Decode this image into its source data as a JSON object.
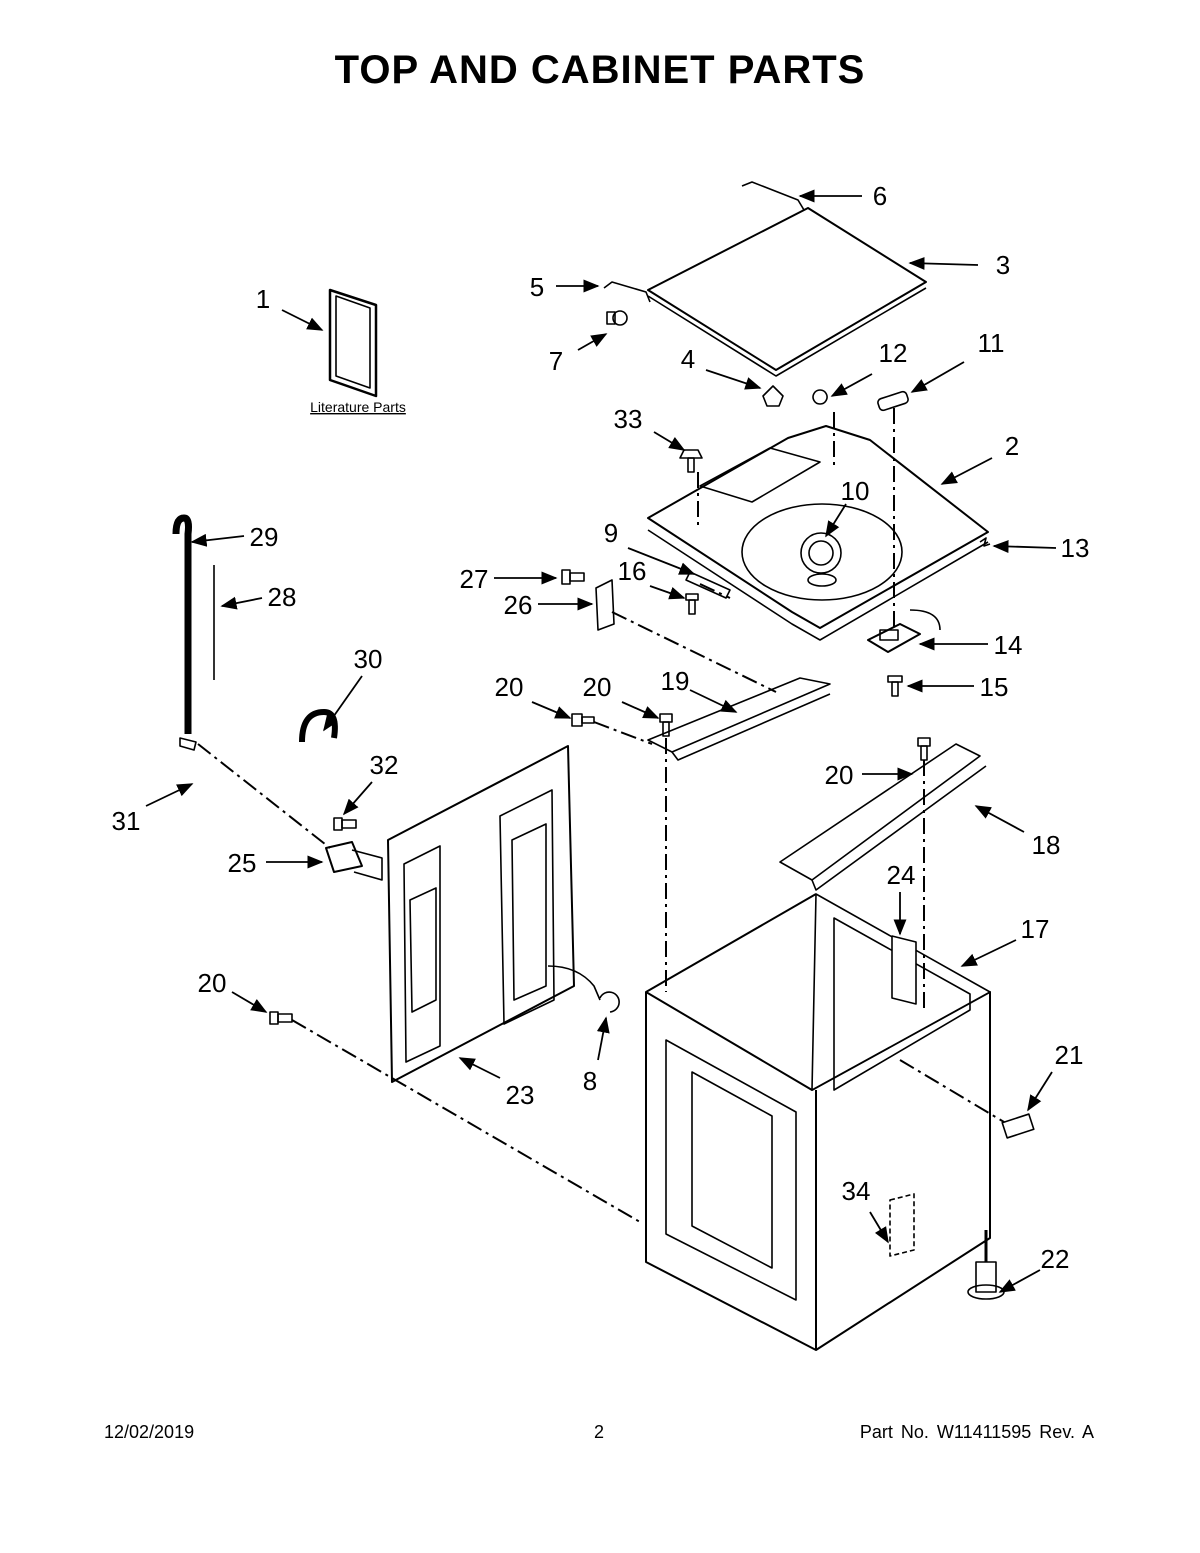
{
  "title": "TOP AND CABINET PARTS",
  "literature_label": "Literature Parts",
  "callouts": {
    "c1": "1",
    "c2": "2",
    "c3": "3",
    "c4": "4",
    "c5": "5",
    "c6": "6",
    "c7": "7",
    "c8": "8",
    "c9": "9",
    "c10": "10",
    "c11": "11",
    "c12": "12",
    "c13": "13",
    "c14": "14",
    "c15": "15",
    "c16": "16",
    "c17": "17",
    "c18": "18",
    "c19": "19",
    "c20": "20",
    "c21": "21",
    "c22": "22",
    "c23": "23",
    "c24": "24",
    "c25": "25",
    "c26": "26",
    "c27": "27",
    "c28": "28",
    "c29": "29",
    "c30": "30",
    "c31": "31",
    "c32": "32",
    "c33": "33",
    "c34": "34"
  },
  "footer": {
    "date": "12/02/2019",
    "page": "2",
    "part": "Part No.  W11411595  Rev.  A"
  }
}
